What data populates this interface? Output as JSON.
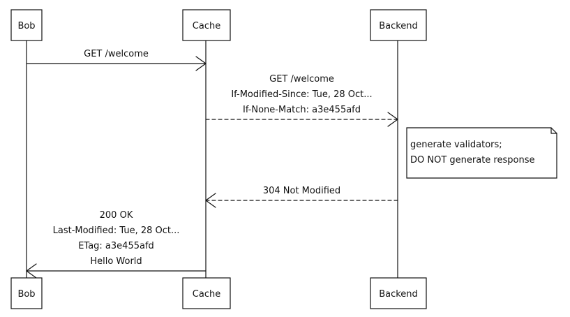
{
  "participants": [
    {
      "id": "bob",
      "label": "Bob"
    },
    {
      "id": "cache",
      "label": "Cache"
    },
    {
      "id": "backend",
      "label": "Backend"
    }
  ],
  "messages": [
    {
      "from": "bob",
      "to": "cache",
      "style": "solid",
      "lines": [
        "GET /welcome"
      ]
    },
    {
      "from": "cache",
      "to": "backend",
      "style": "dashed",
      "lines": [
        "GET /welcome",
        "If-Modified-Since: Tue, 28 Oct...",
        "If-None-Match: a3e455afd"
      ]
    },
    {
      "from": "backend",
      "to": "cache",
      "style": "dashed",
      "lines": [
        "304 Not Modified"
      ]
    },
    {
      "from": "cache",
      "to": "bob",
      "style": "solid",
      "lines": [
        "200 OK",
        "Last-Modified: Tue, 28 Oct...",
        "ETag: a3e455afd",
        "Hello World"
      ]
    }
  ],
  "note": {
    "participant": "backend",
    "lines": [
      "generate validators;",
      "DO NOT generate response"
    ]
  }
}
